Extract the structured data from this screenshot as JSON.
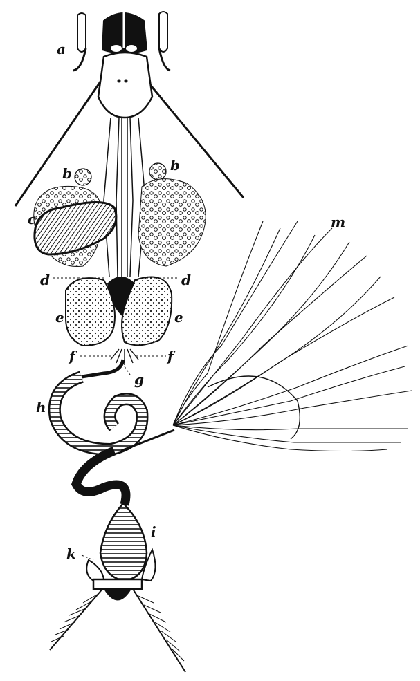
{
  "labels": {
    "a": "a",
    "b_left": "b",
    "b_right": "b",
    "c": "c",
    "d_left": "d",
    "d_right": "d",
    "e_left": "e",
    "e_right": "e",
    "f_left": "f",
    "f_right": "f",
    "g": "g",
    "h": "h",
    "i": "i",
    "k": "k",
    "m": "m"
  },
  "colors": {
    "ink": "#111111",
    "paper": "#ffffff"
  }
}
